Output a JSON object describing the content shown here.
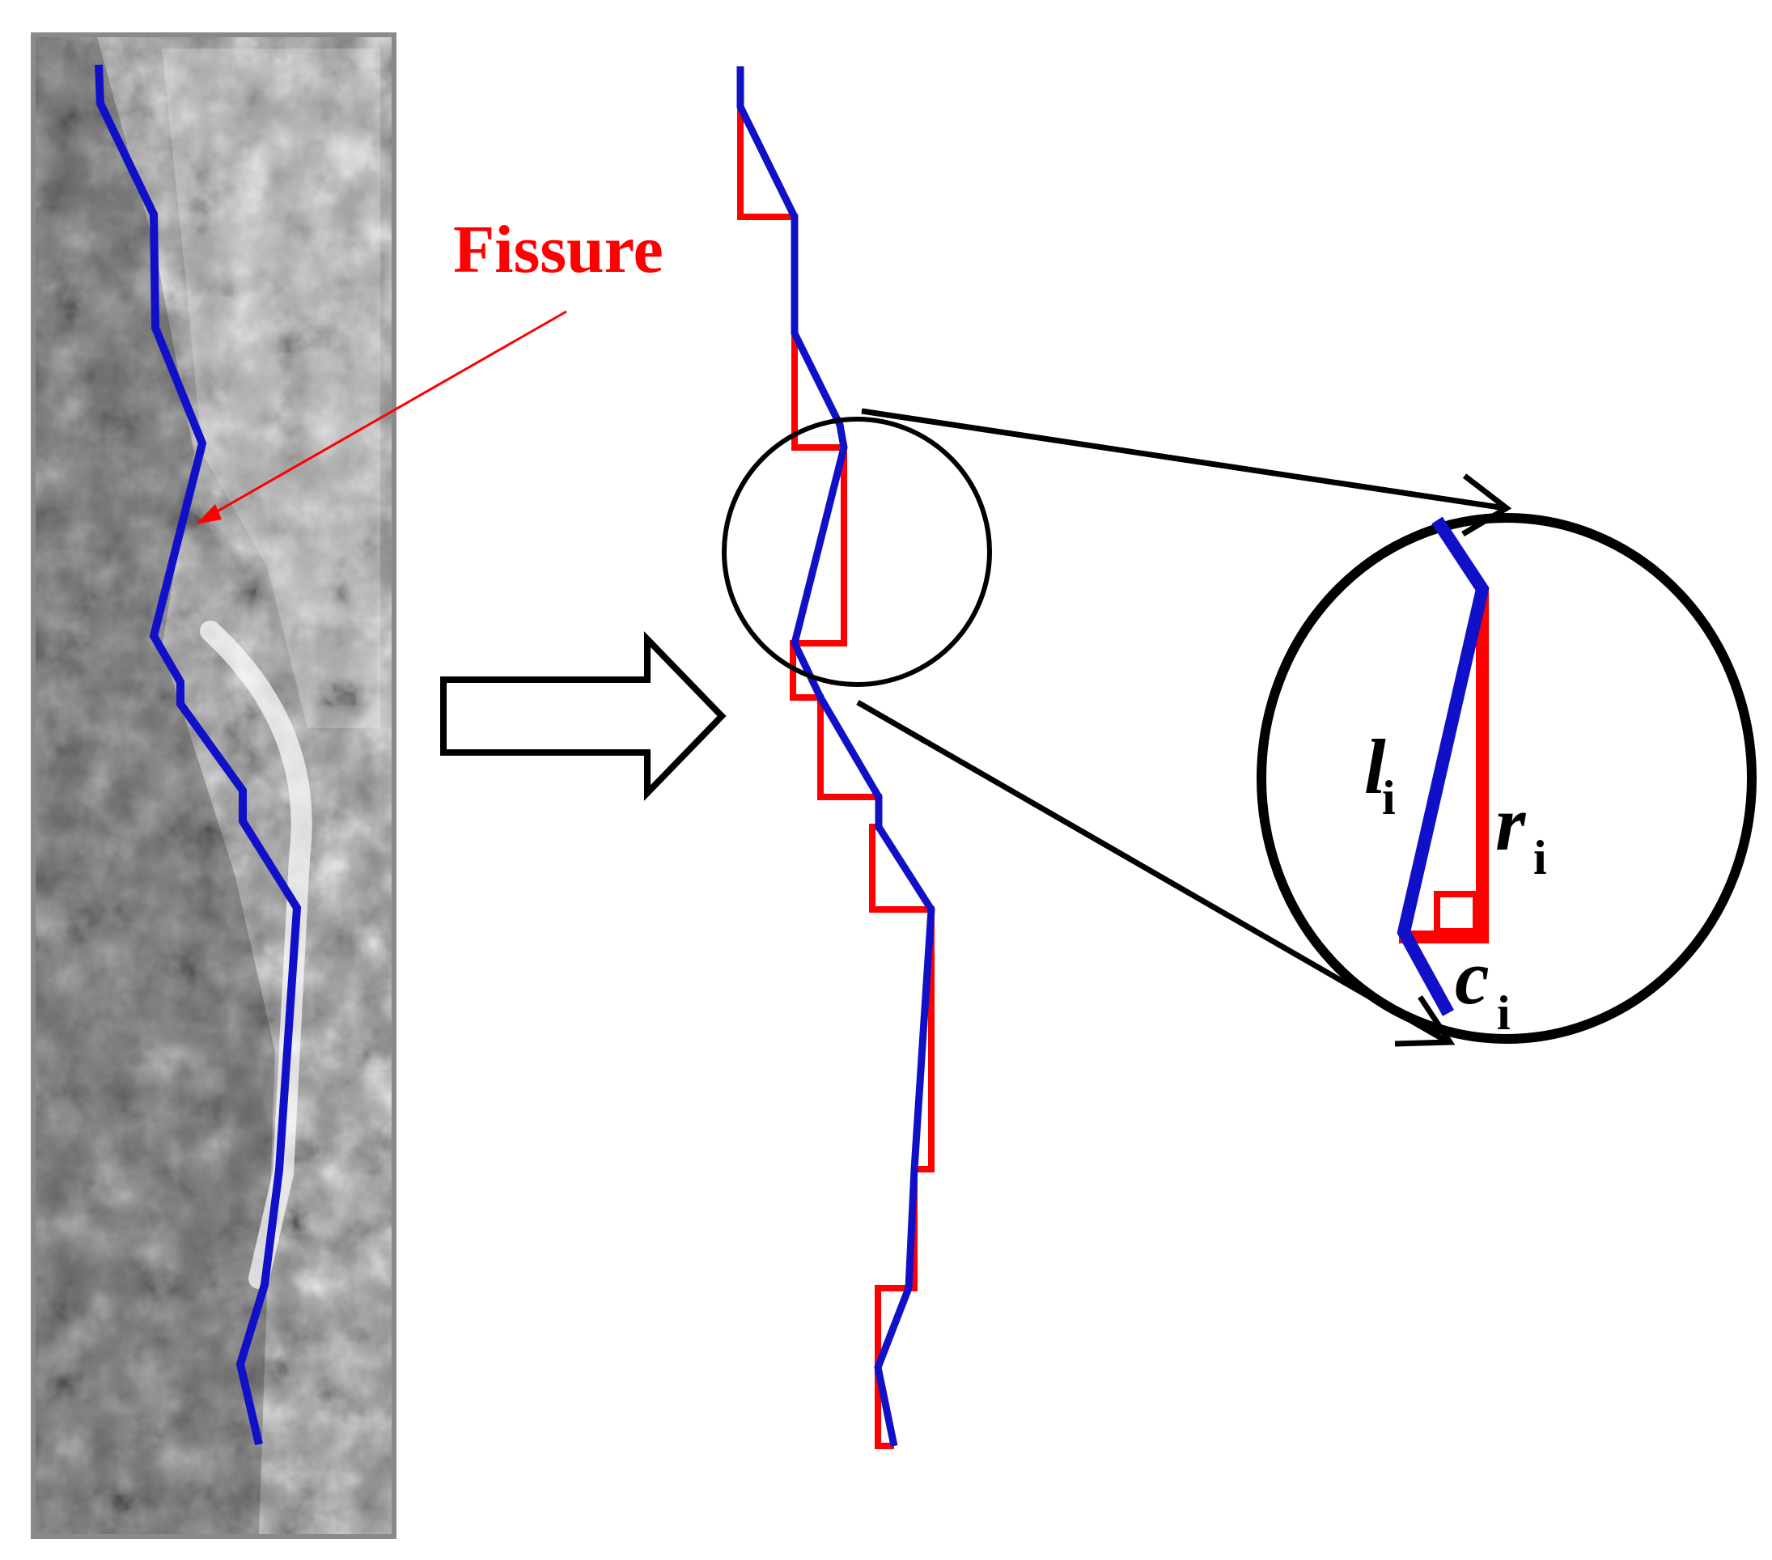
{
  "labels": {
    "fissure": "Fissure",
    "l": "l",
    "l_sub": "i",
    "r": "r",
    "r_sub": "i",
    "c": "c",
    "c_sub": "i"
  },
  "colors": {
    "trace": "#1010c8",
    "projection": "#ff0000",
    "annotation": "#ff0000",
    "outline": "#000000",
    "frame": "#808080"
  }
}
